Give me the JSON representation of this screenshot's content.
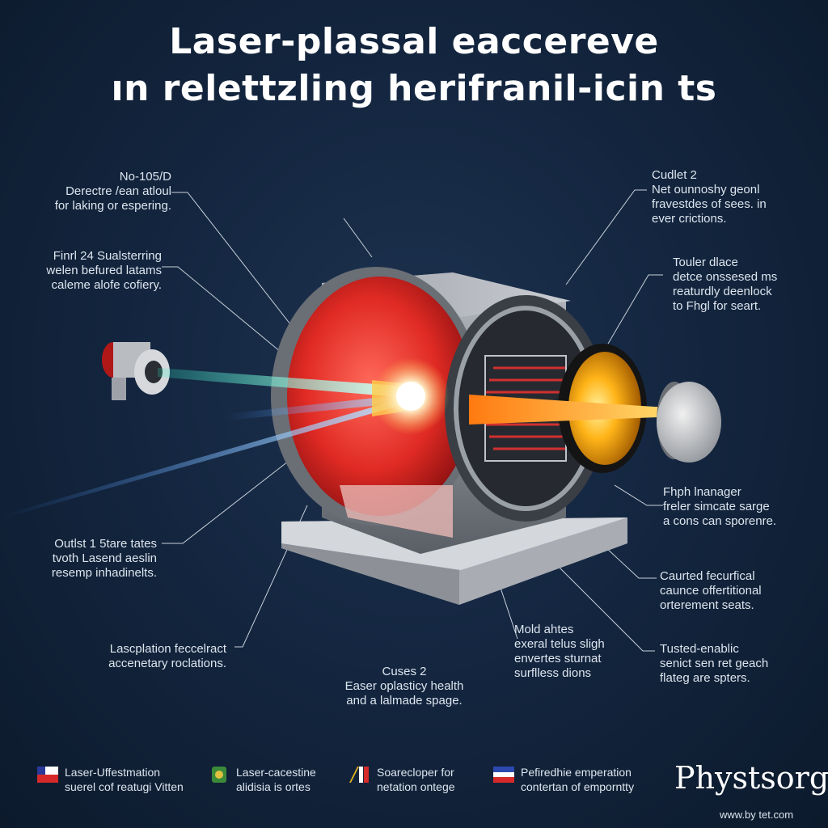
{
  "title": {
    "line1": "Laser-plassal  eaccereve",
    "line2": "ın relettzling herifranil-icin ts"
  },
  "labels": {
    "top_left": {
      "lines": [
        "No-105/D",
        "Derectre /ean atloul",
        "for laking or espering."
      ]
    },
    "mid_left": {
      "lines": [
        "Finrl 24 Sualsterring",
        "welen befured latams",
        "caleme alofe cofiery."
      ]
    },
    "lower_left": {
      "lines": [
        "Outlst 1 5tare tates",
        "tvoth Lasend aeslin",
        "resemp inhadinelts."
      ]
    },
    "bottom_left": {
      "lines": [
        "Lascplation feccelract",
        "accenetary roclations."
      ]
    },
    "bottom_center": {
      "lines": [
        "Cuses 2",
        "Easer oplasticy health",
        "and a lalmade spage."
      ]
    },
    "bottom_mid": {
      "lines": [
        "Mold ahtes",
        "exeral telus sligh",
        "envertes sturnat",
        "surflless dions"
      ]
    },
    "top_right": {
      "lines": [
        "Cudlet 2",
        "Net ounnoshy geonl",
        "fravestdes of sees. in",
        "ever crictions."
      ]
    },
    "upper_right": {
      "lines": [
        "Touler dlace",
        "detce onssesed ms",
        "reaturdly deenlock",
        "to Fhgl for seart."
      ]
    },
    "mid_right": {
      "lines": [
        "Fhph lnanager",
        "freler simcate sarge",
        "a cons can sporenre."
      ]
    },
    "lower_right": {
      "lines": [
        "Caurted fecurfical",
        "caunce offertitional",
        "orterement seats."
      ]
    },
    "bottom_right": {
      "lines": [
        "Tusted-enablic",
        "senict sen ret geach",
        "flateg are spters."
      ]
    }
  },
  "legend": [
    {
      "lines": [
        "Laser-Uffestmation",
        "suerel cof reatugi Vitten"
      ],
      "icon": "flag-red-white-icon",
      "color": "#d62a2a"
    },
    {
      "lines": [
        "Laser-cacestine",
        "alidisia is ortes"
      ],
      "icon": "emblem-green-icon",
      "color": "#3a8a3a"
    },
    {
      "lines": [
        "Soarecloper for",
        "netation ontege"
      ],
      "icon": "flag-yellow-red-icon",
      "color": "#e0b020"
    },
    {
      "lines": [
        "Pefiredhie emperation",
        "contertan of emporntty"
      ],
      "icon": "flag-blue-red-icon",
      "color": "#2a4ab0"
    }
  ],
  "brand": "Phystsorg",
  "url": "www.by tet.com"
}
